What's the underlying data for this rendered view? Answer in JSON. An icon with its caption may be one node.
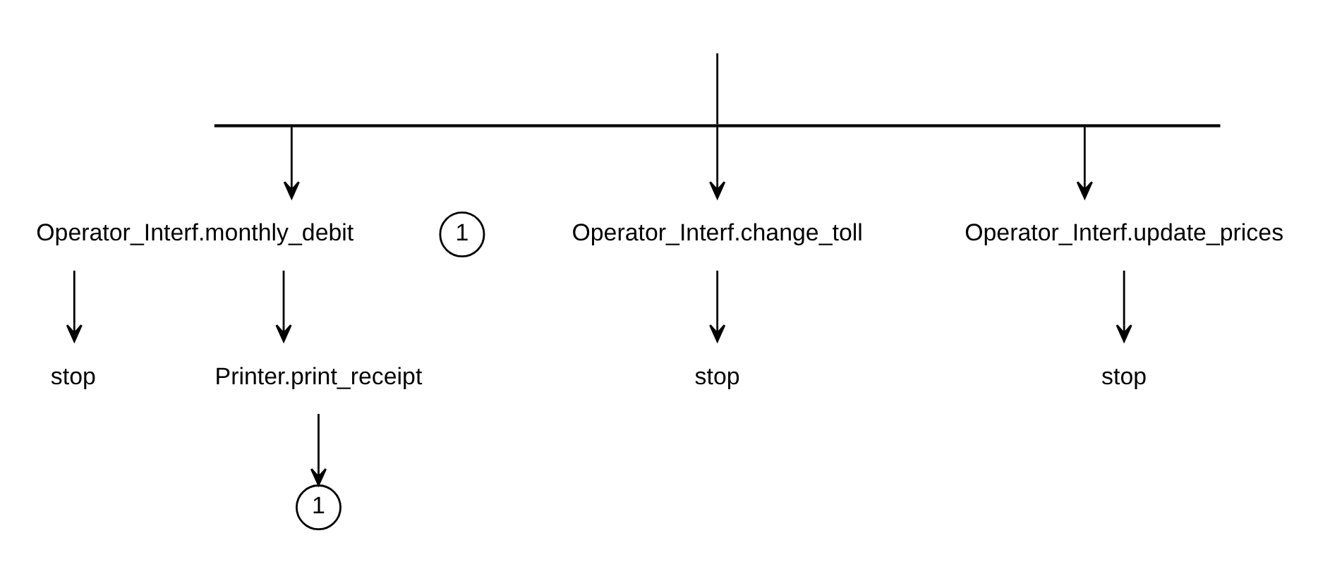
{
  "diagram": {
    "nodes": [
      {
        "text": [
          "Operator_Interf.monthly_debit"
        ]
      },
      {
        "text": [
          "Operator_Interf.change_toll"
        ]
      },
      {
        "text": [
          "Operator_Interf.update_prices"
        ]
      },
      {
        "text": [
          "1"
        ]
      },
      {
        "text": [
          "stop"
        ]
      },
      {
        "text": [
          "Printer.print_receipt"
        ]
      },
      {
        "text": [
          "stop"
        ]
      },
      {
        "text": [
          "stop"
        ]
      },
      {
        "text": [
          "1"
        ]
      },
      {
        "text": [],
        "shape": "bar"
      }
    ],
    "edges": [
      {
        "from": null,
        "to": 9,
        "arrow": "none"
      },
      {
        "from": 9,
        "to": 0,
        "arrow": "to"
      },
      {
        "from": 9,
        "to": 1,
        "arrow": "to"
      },
      {
        "from": 9,
        "to": 2,
        "arrow": "to"
      },
      {
        "from": 0,
        "to": 4,
        "arrow": "to"
      },
      {
        "from": 0,
        "to": 5,
        "arrow": "to"
      },
      {
        "from": 1,
        "to": 6,
        "arrow": "to"
      },
      {
        "from": 2,
        "to": 7,
        "arrow": "to"
      },
      {
        "from": 5,
        "to": 8,
        "arrow": "to"
      }
    ]
  }
}
